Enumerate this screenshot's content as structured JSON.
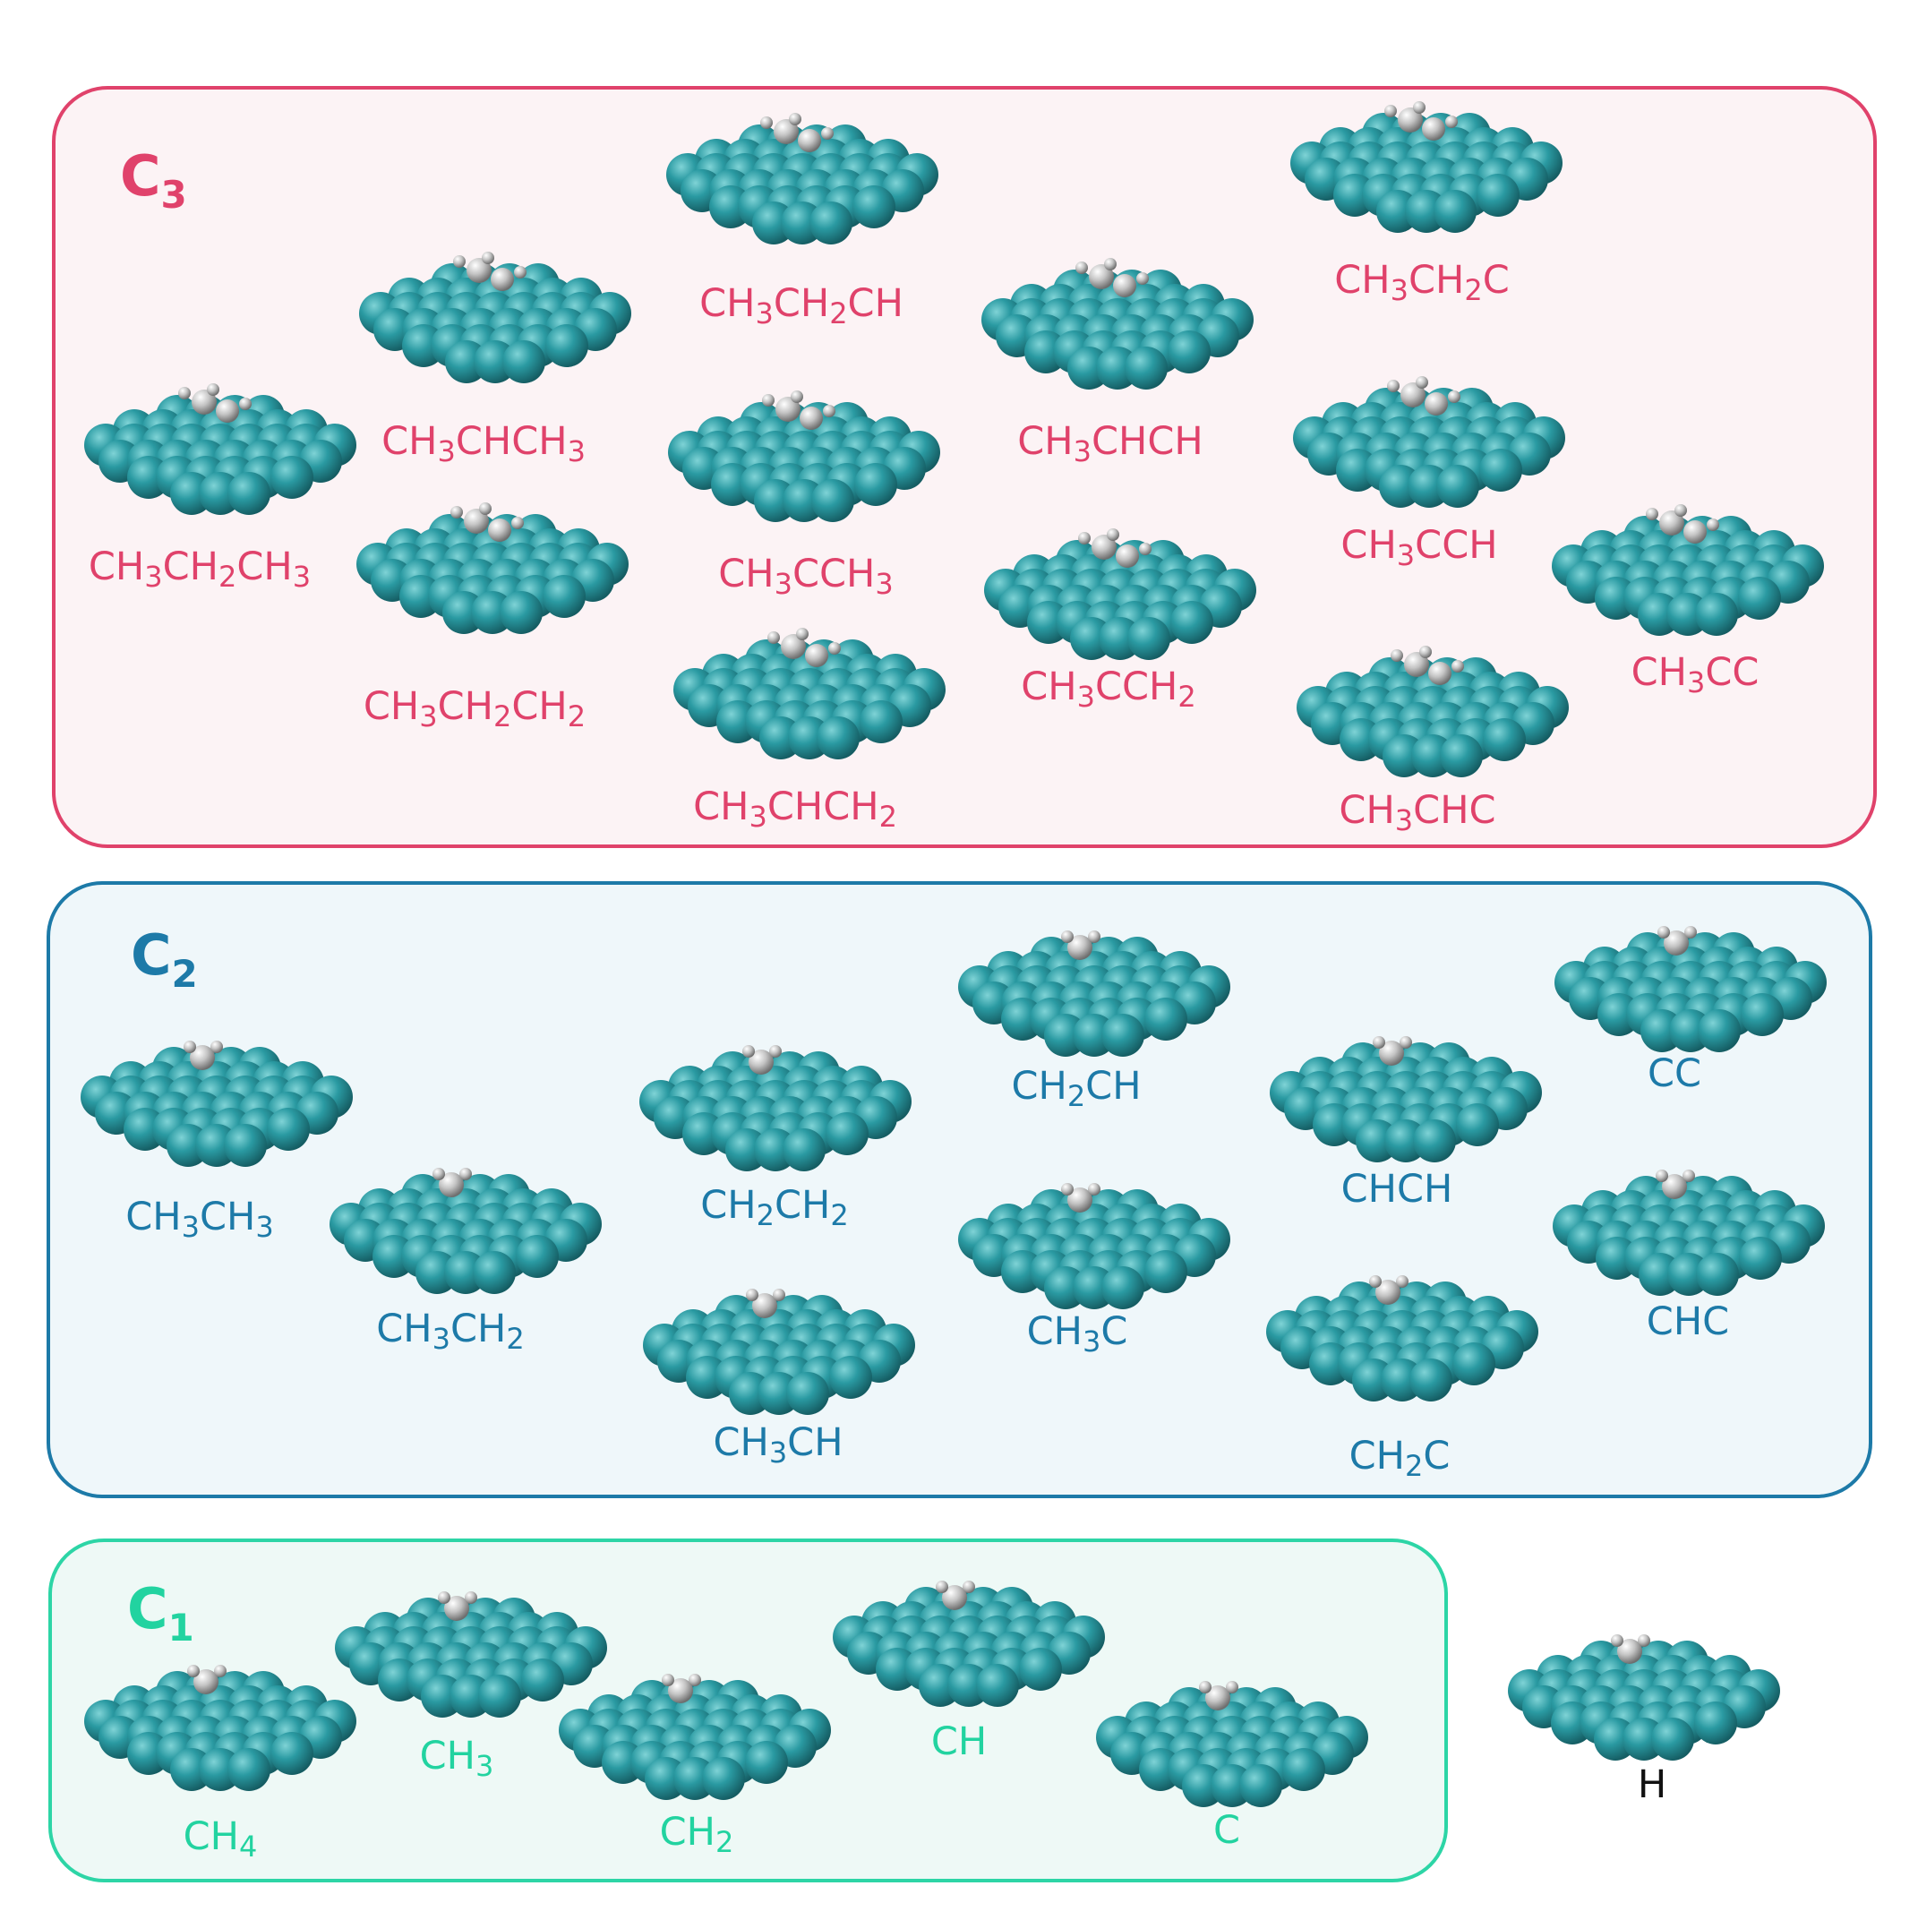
{
  "colors": {
    "c3": "#e0426b",
    "c2": "#1d7aa8",
    "c1": "#22d3a0",
    "h": "#111111",
    "metal": "#2a9aa2",
    "adsorbate": "#c4c4c4"
  },
  "groups": [
    {
      "id": "g3",
      "title": "C",
      "subscript": "3",
      "color_key": "c3",
      "species": [
        "CH₃CH₂CH₃",
        "CH₃CHCH₃",
        "CH₃CH₂CH₂",
        "CH₃CH₂CH",
        "CH₃CCH₃",
        "CH₃CHCH₂",
        "CH₃CHCH",
        "CH₃CCH₂",
        "CH₃CH₂C",
        "CH₃CCH",
        "CH₃CHC",
        "CH₃CC"
      ]
    },
    {
      "id": "g2",
      "title": "C",
      "subscript": "2",
      "color_key": "c2",
      "species": [
        "CH₃CH₃",
        "CH₃CH₂",
        "CH₂CH₂",
        "CH₃CH",
        "CH₂CH",
        "CH₃C",
        "CHCH",
        "CH₂C",
        "CC",
        "CHC"
      ]
    },
    {
      "id": "g1",
      "title": "C",
      "subscript": "1",
      "color_key": "c1",
      "species": [
        "CH₄",
        "CH₃",
        "CH₂",
        "CH",
        "C"
      ]
    }
  ],
  "standalone": {
    "species": "H",
    "color_key": "h"
  }
}
